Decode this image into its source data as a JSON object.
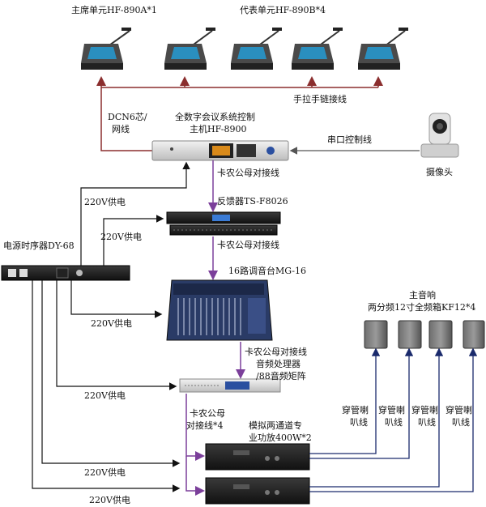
{
  "labels": {
    "chair_unit": "主席单元HF-890A*1",
    "delegate_unit": "代表单元HF-890B*4",
    "hand_chain": "手拉手链接线",
    "dcn_line1": "DCN6芯/",
    "dcn_line2": "网线",
    "host_line1": "全数字会议系统控制",
    "host_line2": "主机HF-8900",
    "serial": "串口控制线",
    "camera": "摄像头",
    "cannon1": "卡农公母对接线",
    "feedback": "反馈器TS-F8026",
    "cannon2": "卡农公母对接线",
    "mixer": "16路调音台MG-16",
    "power_seq": "电源时序器DY-68",
    "p220_1": "220V供电",
    "p220_2": "220V供电",
    "p220_3": "220V供电",
    "p220_4": "220V供电",
    "p220_5": "220V供电",
    "p220_6": "220V供电",
    "cannon3": "卡农公母对接线",
    "processor_line1": "音频处理器",
    "processor_line2": "/88音频矩阵",
    "cannon4_line1": "卡农公母",
    "cannon4_line2": "对接线*4",
    "amp_line1": "模拟两通道专",
    "amp_line2": "业功放400W*2",
    "main_speaker_line1": "主音响",
    "main_speaker_line2": "两分频12寸全频箱KF12*4",
    "conduit": "穿管喇",
    "conduit2": "叭线"
  },
  "colors": {
    "dark_red": "#8b2e2e",
    "purple": "#7b3f9a",
    "navy": "#1a2a6c",
    "black": "#111111",
    "grey_arrow": "#555555"
  }
}
